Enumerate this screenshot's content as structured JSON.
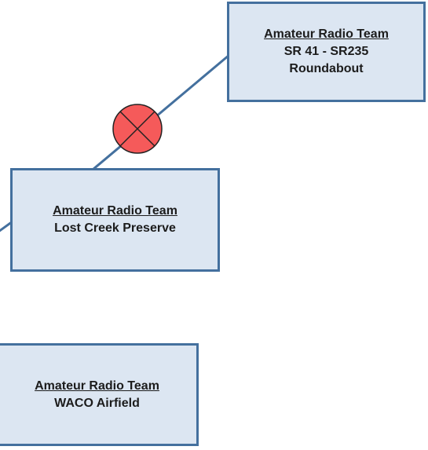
{
  "diagram": {
    "nodes": [
      {
        "id": "sr41",
        "title": "Amateur Radio Team",
        "lines": [
          "SR 41 - SR235",
          "Roundabout"
        ]
      },
      {
        "id": "lostcreek",
        "title": "Amateur Radio Team",
        "lines": [
          "Lost Creek Preserve"
        ]
      },
      {
        "id": "waco",
        "title": "Amateur Radio Team",
        "lines": [
          "WACO Airfield"
        ]
      }
    ],
    "edges": [
      {
        "from": "sr41",
        "to": "offscreen-left-top",
        "status": "broken"
      },
      {
        "from": "lostcreek",
        "to": "offscreen-left"
      }
    ],
    "markers": [
      {
        "id": "broken-link-marker",
        "icon": "circle-x-icon",
        "fill": "#f55a5a",
        "stroke": "#222222"
      }
    ],
    "colors": {
      "box_fill": "#dce6f2",
      "box_border": "#44709e",
      "connector": "#44709e"
    }
  }
}
